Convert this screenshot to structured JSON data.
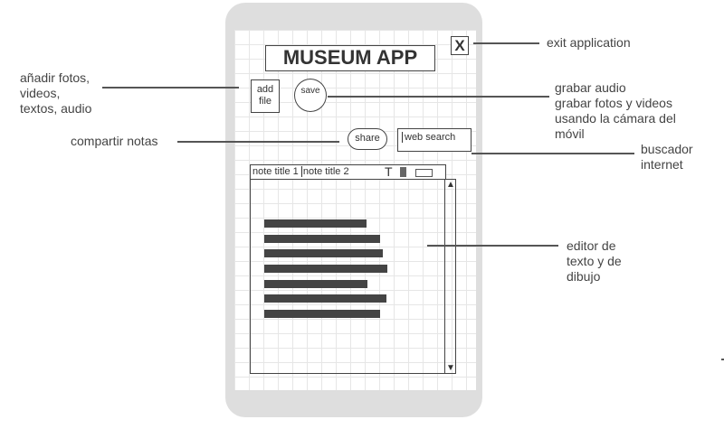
{
  "app": {
    "title": "MUSEUM APP",
    "exit_label": "X",
    "add_file_label": "add file",
    "save_label": "save",
    "share_label": "share",
    "search_placeholder": "web search",
    "tabs": [
      "note title 1",
      "note title 2"
    ],
    "tool_text": "T",
    "scroll_up": "▲",
    "scroll_down": "▼"
  },
  "editor_line_widths_pct": [
    83,
    94,
    96,
    100,
    84,
    99,
    94
  ],
  "annotations": {
    "exit": "exit application",
    "add": "añadir fotos,\nvideos,\ntextos, audio",
    "save": "grabar audio\ngrabar fotos y videos\nusando la cámara del\nmóvil",
    "share": "compartir notas",
    "search": "buscador\ninternet",
    "editor": "editor de\ntexto y de\ndibujo"
  }
}
